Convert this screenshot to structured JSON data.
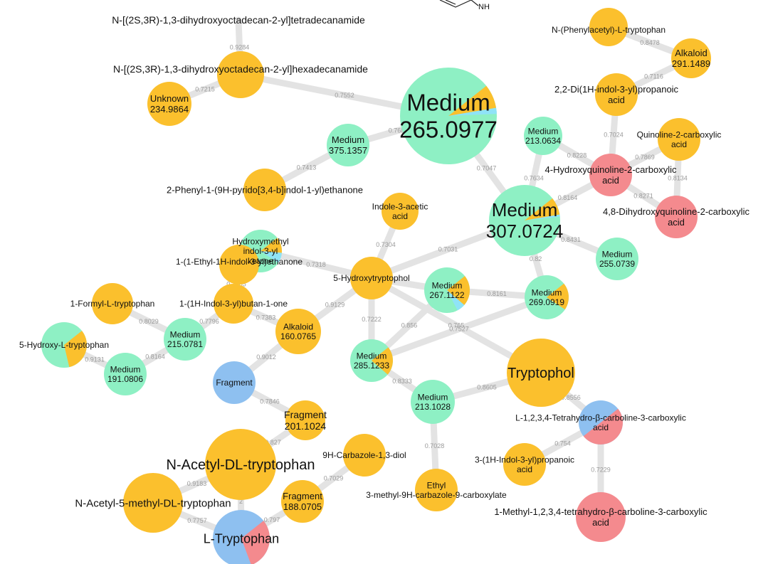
{
  "colors": {
    "orange": "#FBC02D",
    "green": "#8EF0C4",
    "red": "#F48A8E",
    "blue": "#8EC0F0",
    "cyan": "#8FE3F7",
    "edge": "#E3E3E3",
    "weight_text": "#9A9A9A"
  },
  "legend_text": {
    "medium": "Medium",
    "fragment": "Fragment",
    "alkaloid": "Alkaloid",
    "unknown": "Unknown"
  },
  "nodes": [
    {
      "id": "n_tetra",
      "text": [
        "N-[(2S,3R)-1,3-dihydroxyoctadecan-2-yl]tetradecanamide"
      ],
      "fill": "orange"
    },
    {
      "id": "n_hexa",
      "text": [
        "N-[(2S,3R)-1,3-dihydroxyoctadecan-2-yl]hexadecanamide"
      ],
      "fill": "orange"
    },
    {
      "id": "n_unknown",
      "text": [
        "Unknown",
        "234.9864"
      ],
      "fill": "orange"
    },
    {
      "id": "n_m265",
      "text": [
        "Medium",
        "265.0977"
      ],
      "fill": "green",
      "slices": [
        {
          "color": "orange",
          "frac": 0.08
        },
        {
          "color": "cyan",
          "frac": 0.02
        }
      ]
    },
    {
      "id": "n_m375",
      "text": [
        "Medium",
        "375.1357"
      ],
      "fill": "green"
    },
    {
      "id": "n_phenylpyrido",
      "text": [
        "2-Phenyl-1-(9H-pyrido[3,4-b]indol-1-yl)ethanone"
      ],
      "fill": "orange"
    },
    {
      "id": "n_phenylacetyl",
      "text": [
        "N-(Phenylacetyl)-L-tryptophan"
      ],
      "fill": "orange"
    },
    {
      "id": "n_alk291",
      "text": [
        "Alkaloid",
        "291.1489"
      ],
      "fill": "orange"
    },
    {
      "id": "n_diindolyl",
      "text": [
        "2,2-Di(1H-indol-3-yl)propanoic",
        "acid"
      ],
      "fill": "orange"
    },
    {
      "id": "n_m213a",
      "text": [
        "Medium",
        "213.0634"
      ],
      "fill": "green"
    },
    {
      "id": "n_quinoline",
      "text": [
        "Quinoline-2-carboxylic",
        "acid"
      ],
      "fill": "orange"
    },
    {
      "id": "n_4hq",
      "text": [
        "4-Hydroxyquinoline-2-carboxylic",
        "acid"
      ],
      "fill": "red"
    },
    {
      "id": "n_48dhq",
      "text": [
        "4,8-Dihydroxyquinoline-2-carboxylic",
        "acid"
      ],
      "fill": "red"
    },
    {
      "id": "n_m307",
      "text": [
        "Medium",
        "307.0724"
      ],
      "fill": "green",
      "slices": [
        {
          "color": "orange",
          "frac": 0.08
        },
        {
          "color": "cyan",
          "frac": 0.01
        }
      ]
    },
    {
      "id": "n_m255",
      "text": [
        "Medium",
        "255.0739"
      ],
      "fill": "green"
    },
    {
      "id": "n_iaa",
      "text": [
        "Indole-3-acetic",
        "acid"
      ],
      "fill": "orange"
    },
    {
      "id": "n_hmik",
      "text": [
        "Hydroxymethyl",
        "indol-3-yl",
        "ketone"
      ],
      "fill": "green",
      "slices": [
        {
          "color": "orange",
          "frac": 0.12
        },
        {
          "color": "cyan",
          "frac": 0.08
        }
      ]
    },
    {
      "id": "n_ethylindole",
      "text": [
        "1-(1-Ethyl-1H-indol-3-yl)ethanone"
      ],
      "fill": "orange"
    },
    {
      "id": "n_5htol",
      "text": [
        "5-Hydroxytryptophol"
      ],
      "fill": "orange"
    },
    {
      "id": "n_m267",
      "text": [
        "Medium",
        "267.1122"
      ],
      "fill": "green",
      "slices": [
        {
          "color": "orange",
          "frac": 0.22
        },
        {
          "color": "cyan",
          "frac": 0.06
        }
      ]
    },
    {
      "id": "n_m269",
      "text": [
        "Medium",
        "269.0919"
      ],
      "fill": "green",
      "slices": [
        {
          "color": "orange",
          "frac": 0.2
        }
      ]
    },
    {
      "id": "n_formyl",
      "text": [
        "1-Formyl-L-tryptophan"
      ],
      "fill": "orange"
    },
    {
      "id": "n_butanone",
      "text": [
        "1-(1H-Indol-3-yl)butan-1-one"
      ],
      "fill": "orange"
    },
    {
      "id": "n_alk160",
      "text": [
        "Alkaloid",
        "160.0765"
      ],
      "fill": "orange"
    },
    {
      "id": "n_5htp",
      "text": [
        "5-Hydroxy-L-tryptophan"
      ],
      "fill": "green",
      "slices": [
        {
          "color": "orange",
          "frac": 0.32
        }
      ]
    },
    {
      "id": "n_m215",
      "text": [
        "Medium",
        "215.0781"
      ],
      "fill": "green"
    },
    {
      "id": "n_m191",
      "text": [
        "Medium",
        "191.0806"
      ],
      "fill": "green"
    },
    {
      "id": "n_m285",
      "text": [
        "Medium",
        "285.1233"
      ],
      "fill": "green",
      "slices": [
        {
          "color": "orange",
          "frac": 0.22
        }
      ]
    },
    {
      "id": "n_tryptophol",
      "text": [
        "Tryptophol"
      ],
      "fill": "orange"
    },
    {
      "id": "n_fragment",
      "text": [
        "Fragment"
      ],
      "fill": "blue"
    },
    {
      "id": "n_frag201",
      "text": [
        "Fragment",
        "201.1024"
      ],
      "fill": "orange"
    },
    {
      "id": "n_m213b",
      "text": [
        "Medium",
        "213.1028"
      ],
      "fill": "green"
    },
    {
      "id": "n_thbc",
      "text": [
        "L-1,2,3,4-Tetrahydro-β-carboline-3-carboxylic",
        "acid"
      ],
      "fill": "blue",
      "slices": [
        {
          "color": "red",
          "frac": 0.5
        }
      ]
    },
    {
      "id": "n_carbdiol",
      "text": [
        "9H-Carbazole-1,3-diol"
      ],
      "fill": "orange"
    },
    {
      "id": "n_acetyltrp",
      "text": [
        "N-Acetyl-DL-tryptophan"
      ],
      "fill": "orange"
    },
    {
      "id": "n_ipa",
      "text": [
        "3-(1H-Indol-3-yl)propanoic",
        "acid"
      ],
      "fill": "orange"
    },
    {
      "id": "n_ethylcarb",
      "text": [
        "Ethyl",
        "3-methyl-9H-carbazole-9-carboxylate"
      ],
      "fill": "orange"
    },
    {
      "id": "n_acetyl5me",
      "text": [
        "N-Acetyl-5-methyl-DL-tryptophan"
      ],
      "fill": "orange"
    },
    {
      "id": "n_frag188",
      "text": [
        "Fragment",
        "188.0705"
      ],
      "fill": "orange"
    },
    {
      "id": "n_mthbc",
      "text": [
        "1-Methyl-1,2,3,4-tetrahydro-β-carboline-3-carboxylic",
        "acid"
      ],
      "fill": "red"
    },
    {
      "id": "n_ltrp",
      "text": [
        "L-Tryptophan"
      ],
      "fill": "blue",
      "slices": [
        {
          "color": "red",
          "frac": 0.3
        }
      ]
    }
  ],
  "edges": [
    {
      "s": "n_tetra",
      "t": "n_hexa",
      "w": "0.9284"
    },
    {
      "s": "n_hexa",
      "t": "n_unknown",
      "w": "0.7215"
    },
    {
      "s": "n_hexa",
      "t": "n_m265",
      "w": "0.7552"
    },
    {
      "s": "n_m265",
      "t": "n_m375",
      "w": "0.7686"
    },
    {
      "s": "n_m375",
      "t": "n_phenylpyrido",
      "w": "0.7413"
    },
    {
      "s": "n_m265",
      "t": "n_m307",
      "w": "0.7047"
    },
    {
      "s": "n_phenylacetyl",
      "t": "n_alk291",
      "w": "0.8478"
    },
    {
      "s": "n_alk291",
      "t": "n_diindolyl",
      "w": "0.7116"
    },
    {
      "s": "n_diindolyl",
      "t": "n_4hq",
      "w": "0.7024"
    },
    {
      "s": "n_m213a",
      "t": "n_4hq",
      "w": "0.8228"
    },
    {
      "s": "n_m213a",
      "t": "n_m307",
      "w": "0.7634"
    },
    {
      "s": "n_quinoline",
      "t": "n_4hq",
      "w": "0.7869"
    },
    {
      "s": "n_quinoline",
      "t": "n_48dhq",
      "w": "0.8134"
    },
    {
      "s": "n_4hq",
      "t": "n_48dhq",
      "w": "0.8271"
    },
    {
      "s": "n_4hq",
      "t": "n_m307",
      "w": "0.8164"
    },
    {
      "s": "n_m307",
      "t": "n_m255",
      "w": "0.8431"
    },
    {
      "s": "n_m307",
      "t": "n_m269",
      "w": "0.82"
    },
    {
      "s": "n_m307",
      "t": "n_5htol",
      "w": "0.7031"
    },
    {
      "s": "n_iaa",
      "t": "n_5htol",
      "w": "0.7304"
    },
    {
      "s": "n_hmik",
      "t": "n_5htol",
      "w": "0.7318"
    },
    {
      "s": "n_ethylindole",
      "t": "n_butanone",
      "w": "0.7765"
    },
    {
      "s": "n_5htol",
      "t": "n_alk160",
      "w": "0.9129"
    },
    {
      "s": "n_5htol",
      "t": "n_m285",
      "w": "0.7222"
    },
    {
      "s": "n_5htol",
      "t": "n_m267",
      "w": ""
    },
    {
      "s": "n_5htol",
      "t": "n_tryptophol",
      "w": "0.765"
    },
    {
      "s": "n_m267",
      "t": "n_m269",
      "w": "0.8161"
    },
    {
      "s": "n_m267",
      "t": "n_m285",
      "w": "0.856"
    },
    {
      "s": "n_m269",
      "t": "n_m285",
      "w": "0.7527"
    },
    {
      "s": "n_butanone",
      "t": "n_m215",
      "w": "0.7796"
    },
    {
      "s": "n_butanone",
      "t": "n_alk160",
      "w": "0.7383"
    },
    {
      "s": "n_formyl",
      "t": "n_m215",
      "w": "0.8029"
    },
    {
      "s": "n_5htp",
      "t": "n_m191",
      "w": "0.9131"
    },
    {
      "s": "n_m215",
      "t": "n_m191",
      "w": "0.8164"
    },
    {
      "s": "n_alk160",
      "t": "n_fragment",
      "w": "0.9012"
    },
    {
      "s": "n_fragment",
      "t": "n_frag201",
      "w": "0.7846"
    },
    {
      "s": "n_frag201",
      "t": "n_acetyltrp",
      "w": "0.827"
    },
    {
      "s": "n_m285",
      "t": "n_m213b",
      "w": "0.8333"
    },
    {
      "s": "n_m213b",
      "t": "n_tryptophol",
      "w": "0.8605"
    },
    {
      "s": "n_m213b",
      "t": "n_ethylcarb",
      "w": "0.7028"
    },
    {
      "s": "n_tryptophol",
      "t": "n_thbc",
      "w": "0.8556"
    },
    {
      "s": "n_thbc",
      "t": "n_ipa",
      "w": "0.754"
    },
    {
      "s": "n_thbc",
      "t": "n_mthbc",
      "w": "0.7229"
    },
    {
      "s": "n_carbdiol",
      "t": "n_frag188",
      "w": "0.7029"
    },
    {
      "s": "n_acetyltrp",
      "t": "n_acetyl5me",
      "w": "0.9183"
    },
    {
      "s": "n_acetyltrp",
      "t": "n_ltrp",
      "w": "2"
    },
    {
      "s": "n_acetyl5me",
      "t": "n_ltrp",
      "w": "0.7757"
    },
    {
      "s": "n_frag188",
      "t": "n_ltrp",
      "w": "0.797"
    }
  ],
  "structure_fragment": {
    "label": "NH"
  }
}
